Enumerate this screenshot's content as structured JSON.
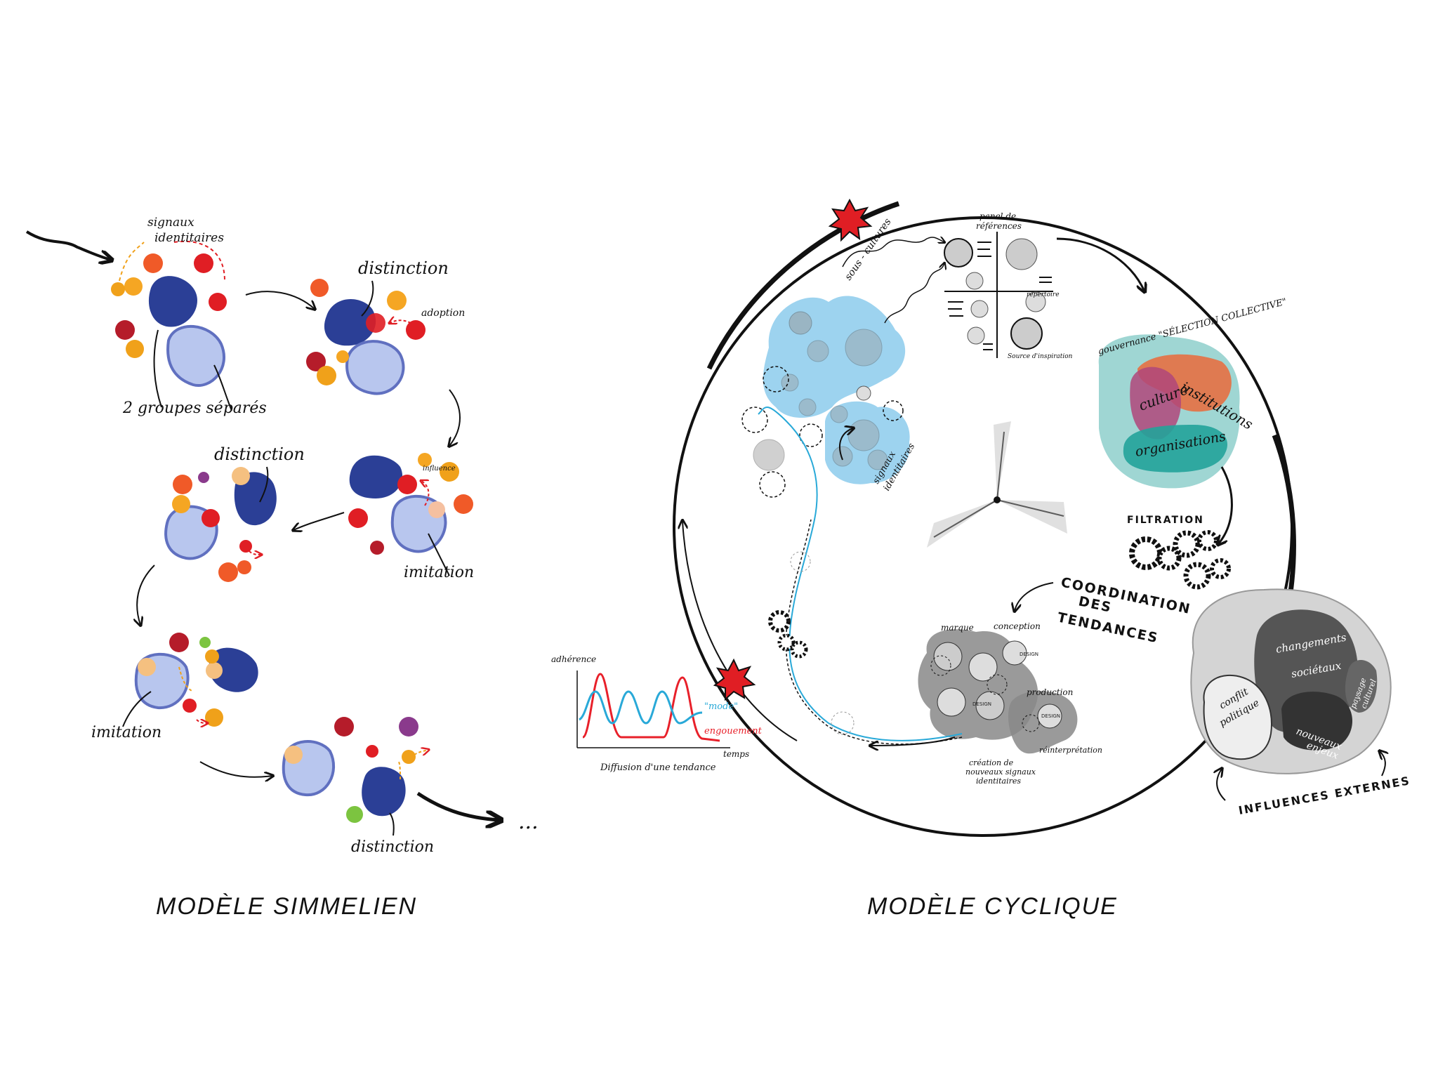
{
  "titles": {
    "left": "MODÈLE SIMMELIEN",
    "right": "MODÈLE CYCLIQUE"
  },
  "simmel_labels": {
    "signaux": "signaux",
    "identitaires": "identitaires",
    "distinction_1": "distinction",
    "adoption": "adoption",
    "groupes": "2 groupes séparés",
    "distinction_2": "distinction",
    "influence": "influence",
    "imitation_1": "imitation",
    "imitation_2": "imitation",
    "distinction_3": "distinction",
    "ellipsis": "..."
  },
  "cycle_labels": {
    "panel_1": "panel de",
    "panel_2": "références",
    "repertoire": "répertoire",
    "source": "Source d'inspiration",
    "sous_cultures": "sous - cultures",
    "signaux_1": "signaux",
    "signaux_2": "identitaires",
    "gouvernance": "gouvernance \"SÉLECTION COLLECTIVE\"",
    "institutions": "institutions",
    "culture": "culture",
    "organisations": "organisations",
    "filtration": "FILTRATION",
    "coord_1": "COORDINATION",
    "coord_2": "DES",
    "coord_3": "TENDANCES",
    "marque": "marque",
    "conception": "conception",
    "design": "DESIGN",
    "production": "production",
    "reinterpretation": "réinterprétation",
    "creation_1": "création de",
    "creation_2": "nouveaux signaux",
    "creation_3": "identitaires",
    "changements_1": "changements",
    "changements_2": "sociétaux",
    "conflit_1": "conflit",
    "conflit_2": "politique",
    "paysage_1": "paysage",
    "paysage_2": "culturel",
    "nouveaux_1": "nouveaux",
    "nouveaux_2": "enjeux",
    "influences": "INFLUENCES EXTERNES"
  },
  "mini_chart": {
    "ylabel": "adhérence",
    "xlabel": "temps",
    "caption": "Diffusion d'une tendance",
    "mode_label": "\"mode\"",
    "engouement_label": "engouement",
    "mode_color": "#29a9d8",
    "engouement_color": "#e8202a"
  },
  "colors": {
    "dark_blue": "#2b3f96",
    "light_blue": "#b8c6ee",
    "red": "#e01e24",
    "orange": "#f0a11a",
    "crimson": "#b51c2a",
    "sky": "#7cc4ea",
    "grey": "#8c8c8c",
    "teal": "#7fc8c4"
  }
}
